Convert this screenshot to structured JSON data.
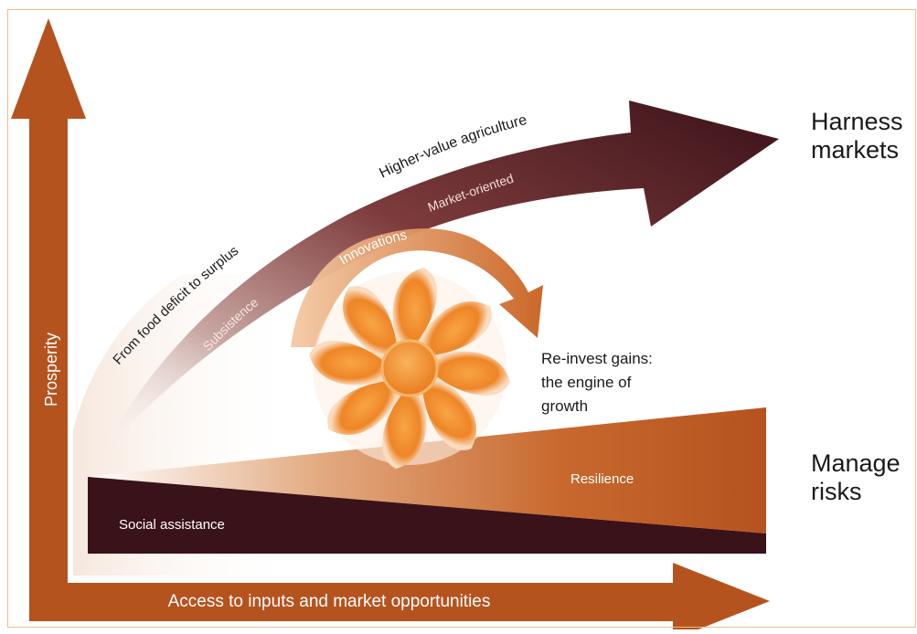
{
  "axes": {
    "y_label": "Prosperity",
    "x_label": "Access to inputs and market opportunities"
  },
  "arrows": {
    "main_top": "Higher-value agriculture",
    "main_inner": "Market-oriented",
    "from_deficit": "From food deficit to surplus",
    "subsistence": "Subsistence",
    "innovations": "Innovations"
  },
  "engine": {
    "caption_line1": "Re-invest gains:",
    "caption_line2": "the engine of",
    "caption_line3": "growth"
  },
  "base": {
    "social_assistance": "Social assistance",
    "resilience": "Resilience"
  },
  "side_labels": {
    "harness": "Harness\nmarkets",
    "manage": "Manage\nrisks"
  },
  "colors": {
    "axis_orange": "#b5531f",
    "dark_maroon": "#3a1219",
    "engine_orange": "#f08a24"
  }
}
